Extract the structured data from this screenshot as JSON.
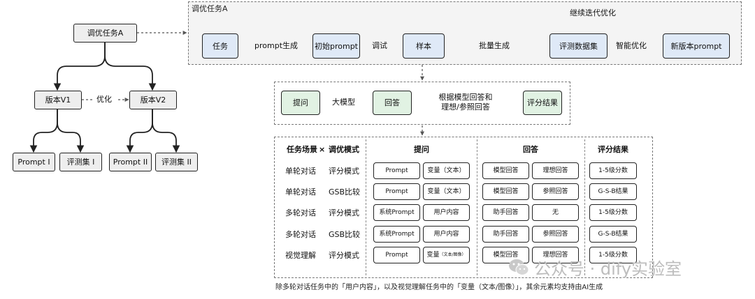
{
  "tree": {
    "root": "调优任务A",
    "v1": "版本V1",
    "v2": "版本V2",
    "optimize": "优化",
    "leaves": [
      "Prompt I",
      "评测集 I",
      "Prompt II",
      "评测集 II"
    ]
  },
  "pipeline": {
    "title": "调优任务A",
    "nodes": [
      "任务",
      "初始prompt",
      "样本",
      "评测数据集",
      "新版本prompt"
    ],
    "edges": [
      "prompt生成",
      "调试",
      "批量生成",
      "智能优化"
    ],
    "loop": "继续迭代优化"
  },
  "evaluation": {
    "question": "提问",
    "model": "大模型",
    "answer": "回答",
    "criteria_line1": "根据模型回答和",
    "criteria_line2": "理想/参照回答",
    "result": "评分结果"
  },
  "matrix": {
    "header_scene": "任务场景",
    "header_x": "×",
    "header_mode": "调优模式",
    "col_question": "提问",
    "col_answer": "回答",
    "col_result": "评分结果",
    "rows": [
      {
        "scene": "单轮对话",
        "mode": "评分模式",
        "q1": "Prompt",
        "q2": "变量（文本）",
        "a1": "模型回答",
        "a2": "理想回答",
        "r": "1-5级分数"
      },
      {
        "scene": "单轮对话",
        "mode": "GSB比较",
        "q1": "Prompt",
        "q2": "变量（文本）",
        "a1": "模型回答",
        "a2": "参照回答",
        "r": "G-S-B结果"
      },
      {
        "scene": "多轮对话",
        "mode": "评分模式",
        "q1": "系统Prompt",
        "q2": "用户内容",
        "a1": "助手回答",
        "a2": "无",
        "r": "1-5级分数"
      },
      {
        "scene": "多轮对话",
        "mode": "GSB比较",
        "q1": "系统Prompt",
        "q2": "用户内容",
        "a1": "助手回答",
        "a2": "参照回答",
        "r": "G-S-B结果"
      },
      {
        "scene": "视觉理解",
        "mode": "评分模式",
        "q1": "Prompt",
        "q2": "变量",
        "a1": "模型回答",
        "a2": "理想回答",
        "r": "1-5级分数"
      }
    ],
    "q2_small_note": "（文本/图像）"
  },
  "footnote": "除多轮对话任务中的「用户内容」，以及视觉理解任务中的「变量（文本/图像）」，其余元素均支持由AI生成",
  "watermark": "公众号 · dify实验室",
  "colors": {
    "blue_fill": "#dfe9f7",
    "green_fill": "#e1f2e3",
    "node_fill": "#eeeeee",
    "panel_fill": "#f4f4f4"
  }
}
